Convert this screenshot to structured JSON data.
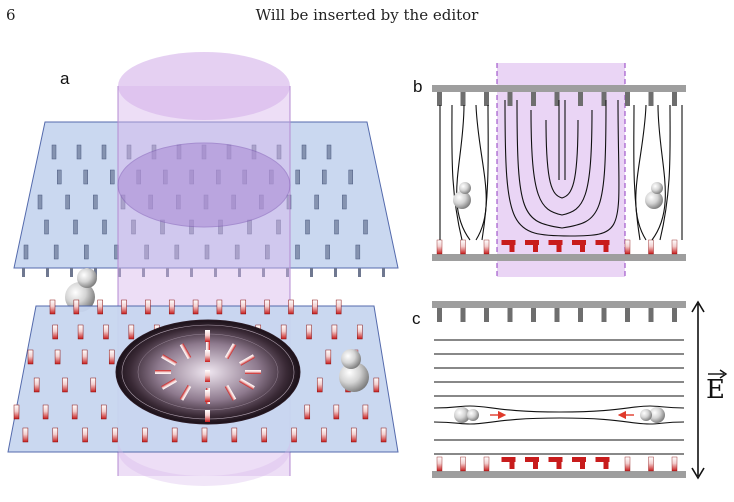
{
  "header": {
    "page_number": "6",
    "running_head": "Will be inserted by the editor"
  },
  "figure": {
    "panel_labels": {
      "a": "a",
      "b": "b",
      "c": "c"
    },
    "field_label": "E",
    "colors": {
      "plate_fill": "#c8d6f0",
      "plate_edge": "#4b63a8",
      "cylinder_fill": "#d8b6ea",
      "cylinder_edge": "#9a5cc4",
      "rod_blue": "#8593b0",
      "rod_red": "#c81c1c",
      "electrode_gray": "#9e9e9e",
      "arrow_red": "#e03a2a"
    }
  }
}
